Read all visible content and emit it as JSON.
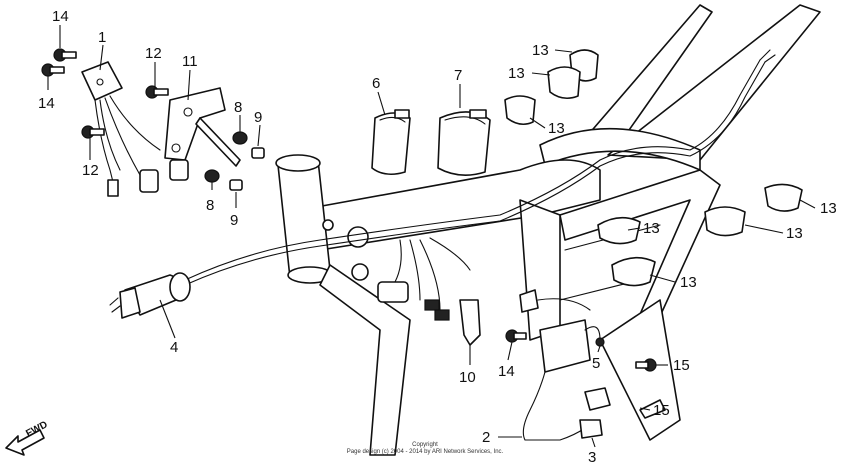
{
  "callouts": {
    "c1": "1",
    "c2": "2",
    "c3": "3",
    "c4": "4",
    "c5": "5",
    "c6": "6",
    "c7": "7",
    "c8a": "8",
    "c8b": "8",
    "c9a": "9",
    "c9b": "9",
    "c10": "10",
    "c11": "11",
    "c12a": "12",
    "c12b": "12",
    "c13a": "13",
    "c13b": "13",
    "c13c": "13",
    "c13d": "13",
    "c13e": "13",
    "c13f": "13",
    "c13g": "13",
    "c14a": "14",
    "c14b": "14",
    "c14c": "14",
    "c15a": "15",
    "c15b": "15"
  },
  "fwd_label": "FWD",
  "copyright": {
    "line1": "Copyright",
    "line2": "Page design (c) 2004 - 2014 by ARI Network Services, Inc."
  }
}
